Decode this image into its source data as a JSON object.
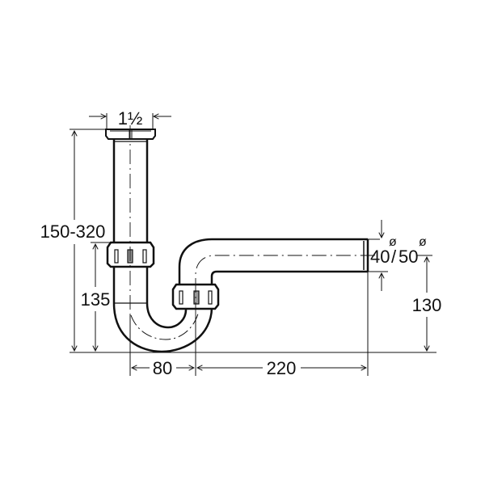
{
  "diagram": {
    "subject": "Tubular siphon (pipe trap) technical drawing",
    "stroke_color": "#111111",
    "background_color": "#ffffff",
    "dimensions": {
      "inlet_thread": "1½",
      "total_height": "150-320",
      "lower_height": "135",
      "outlet_height": "130",
      "horizontal_offset": "80",
      "outlet_length": "220",
      "outlet_diameter_a": "40",
      "outlet_diameter_b": "50",
      "diameter_symbol": "ø",
      "separator": "/"
    }
  }
}
